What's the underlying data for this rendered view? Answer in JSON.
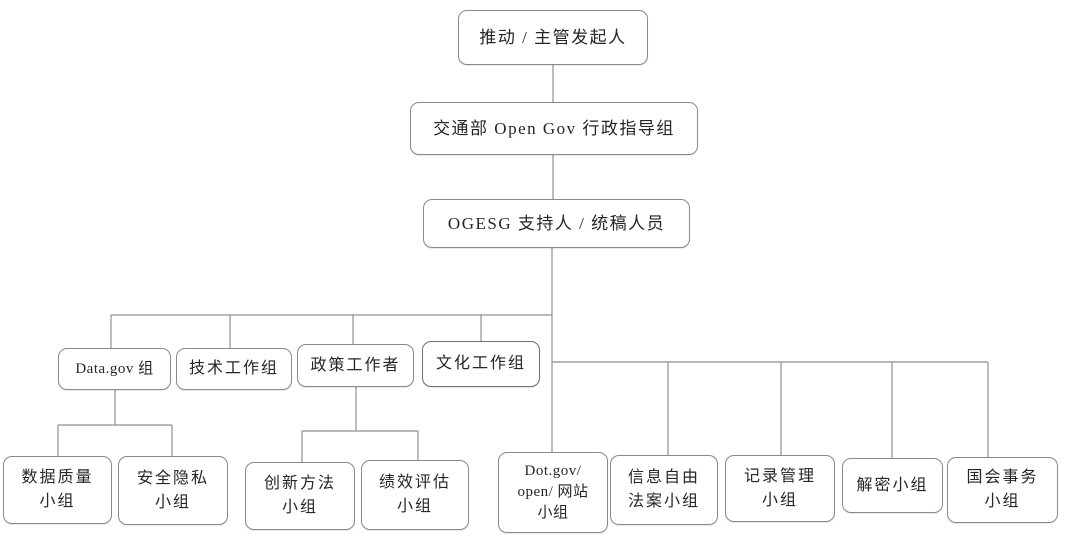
{
  "page": {
    "background": "#ffffff"
  },
  "colors": {
    "box_border": "#8a8a8a",
    "connector_line": "#8f8f8f",
    "text": "#262626"
  },
  "org_chart": {
    "type": "org-chart",
    "nodes": {
      "sponsor": {
        "label": "推动 / 主管发起人"
      },
      "steering_group": {
        "label": "交通部 Open Gov 行政指导组"
      },
      "ogesg_support": {
        "label": "OGESG 支持人 / 统稿人员"
      },
      "datagov_group": {
        "label": "Data.gov 组"
      },
      "tech_workgroup": {
        "label": "技术工作组"
      },
      "policy_workers": {
        "label": "政策工作者"
      },
      "culture_workgroup": {
        "label": "文化工作组"
      },
      "data_quality_team": {
        "label": "数据质量\n小组"
      },
      "security_privacy_team": {
        "label": "安全隐私\n小组"
      },
      "innovation_team": {
        "label": "创新方法\n小组"
      },
      "performance_team": {
        "label": "绩效评估\n小组"
      },
      "dotgov_web_team": {
        "label": "Dot.gov/\nopen/ 网站\n小组"
      },
      "foia_team": {
        "label": "信息自由\n法案小组"
      },
      "records_team": {
        "label": "记录管理\n小组"
      },
      "declass_team": {
        "label": "解密小组"
      },
      "congress_team": {
        "label": "国会事务\n小组"
      }
    },
    "edges": [
      "sponsor > steering_group",
      "steering_group > ogesg_support",
      "ogesg_support > datagov_group",
      "ogesg_support > tech_workgroup",
      "ogesg_support > policy_workers",
      "ogesg_support > culture_workgroup",
      "ogesg_support > dotgov_web_team",
      "ogesg_support > foia_team",
      "ogesg_support > records_team",
      "ogesg_support > declass_team",
      "ogesg_support > congress_team",
      "datagov_group > data_quality_team",
      "datagov_group > security_privacy_team",
      "policy_workers > innovation_team",
      "policy_workers > performance_team"
    ]
  }
}
